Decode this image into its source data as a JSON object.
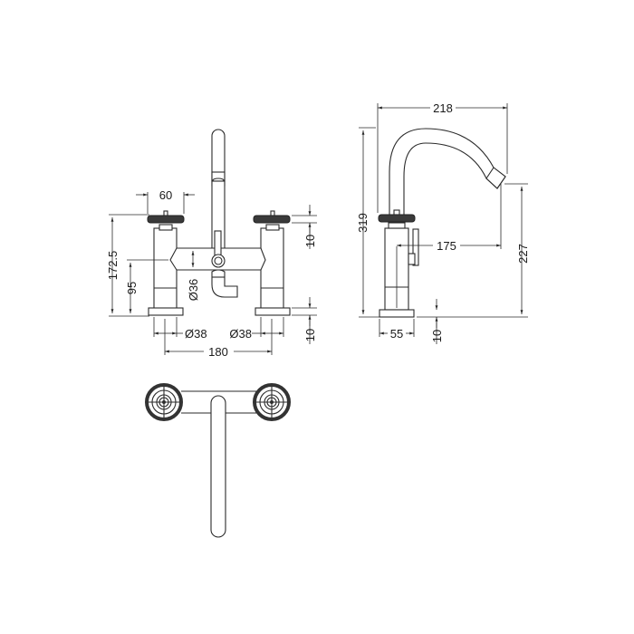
{
  "drawing": {
    "title": "Bath Shower Mixer Technical Drawing",
    "views": [
      "front-elevation",
      "side-elevation",
      "plan-view"
    ],
    "colors": {
      "line": "#2a2a2a",
      "handle": "#3a3a3a",
      "background": "#ffffff"
    }
  },
  "front_view": {
    "dimensions": {
      "handle_width": "60",
      "overall_height": "172.5",
      "body_height": "95",
      "body_diameter": "Ø36",
      "left_base_diameter": "Ø38",
      "right_base_diameter": "Ø38",
      "centres": "180",
      "handle_thickness": "10",
      "base_thickness": "10"
    }
  },
  "side_view": {
    "dimensions": {
      "spout_reach_overall": "218",
      "overall_height": "319",
      "spout_reach": "175",
      "spout_height": "227",
      "base_width": "55",
      "base_thickness": "10"
    }
  }
}
